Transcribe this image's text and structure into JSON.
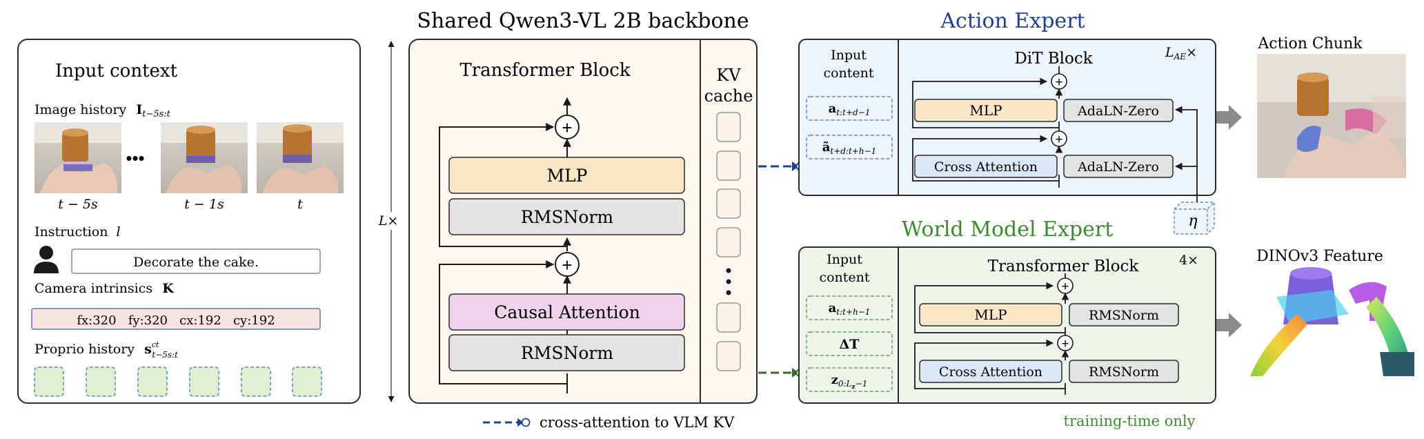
{
  "input_context": {
    "title": "Input context",
    "image_history_label": "Image history",
    "image_history_symbol": "I",
    "image_history_sub": "t−5s:t",
    "ellipsis": "•••",
    "frame_labels": [
      "t − 5s",
      "t − 1s",
      "t"
    ],
    "instruction_label": "Instruction",
    "instruction_symbol": "l",
    "instruction_text": "Decorate the cake.",
    "camera_label": "Camera intrinsics",
    "camera_symbol": "K",
    "camera_values": "fx:320   fy:320   cx:192   cy:192",
    "proprio_label": "Proprio history",
    "proprio_symbol": "s",
    "proprio_sup": "ct",
    "proprio_sub": "t−5s:t"
  },
  "backbone": {
    "title": "Shared Qwen3-VL 2B backbone",
    "repeat_label": "L×",
    "block_title": "Transformer Block",
    "mlp_label": "MLP",
    "rmsnorm_top_label": "RMSNorm",
    "causal_attention_label": "Causal Attention",
    "rmsnorm_bottom_label": "RMSNorm",
    "plus": "+",
    "kv_cache_line1": "KV",
    "kv_cache_line2": "cache"
  },
  "action_expert": {
    "title": "Action Expert",
    "repeat_label_main": "L",
    "repeat_label_sub": "AE",
    "repeat_label_suffix": "×",
    "input_content_line1": "Input",
    "input_content_line2": "content",
    "token1_main": "a",
    "token1_sub": "t:t+d−1",
    "token2_main": "ã",
    "token2_sub": "t+d:t+h−1",
    "block_title": "DiT Block",
    "mlp_label": "MLP",
    "adaln_top_label": "AdaLN-Zero",
    "cross_attention_label": "Cross Attention",
    "adaln_bottom_label": "AdaLN-Zero",
    "eta": "η"
  },
  "world_model_expert": {
    "title": "World Model Expert",
    "repeat_label": "4×",
    "input_content_line1": "Input",
    "input_content_line2": "content",
    "token1_main": "a",
    "token1_sub": "t:t+h−1",
    "token2_main": "ΔT",
    "token3_main": "z",
    "token3_sub": "0:L",
    "token3_sub2": "z",
    "token3_sub3": "−1",
    "block_title": "Transformer Block",
    "mlp_label": "MLP",
    "rmsnorm_top_label": "RMSNorm",
    "cross_attention_label": "Cross Attention",
    "rmsnorm_bottom_label": "RMSNorm",
    "footnote": "training-time only"
  },
  "outputs": {
    "action_chunk_title": "Action Chunk",
    "dinov3_title": "DINOv3 Feature"
  },
  "legend": {
    "cross_attention_text": "cross-attention to VLM KV"
  },
  "colors": {
    "action_blue": "#1f3f8f",
    "world_green": "#3b8a2f",
    "mlp_fill": "#fbe6c8",
    "rmsnorm_fill": "#e3e3e3",
    "causal_fill": "#efd3ec",
    "cross_fill": "#dce8f7",
    "backbone_fill": "#fdf8ef",
    "action_fill": "#eef4fb",
    "world_fill": "#eef5ea",
    "proprio_fill": "#dff0d2",
    "camera_fill": "#f9e3e0"
  }
}
